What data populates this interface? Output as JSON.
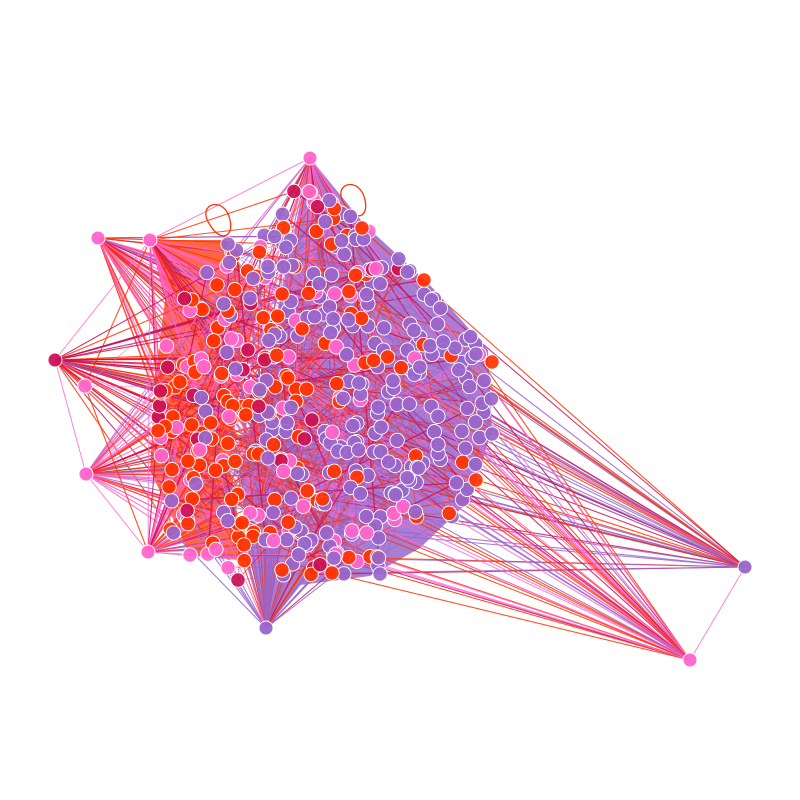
{
  "palette": {
    "background": "#ffffff",
    "purple": "#9966cc",
    "red": "#ff3300",
    "pink": "#ff66cc",
    "crimson": "#cc1155",
    "node_stroke": "#ffffff"
  },
  "graph": {
    "type": "network",
    "layout": "force-directed",
    "node_count_estimate": 420,
    "communities": [
      {
        "color": "#9966cc",
        "share": 0.45
      },
      {
        "color": "#ff3300",
        "share": 0.25
      },
      {
        "color": "#ff66cc",
        "share": 0.22
      },
      {
        "color": "#cc1155",
        "share": 0.08
      }
    ],
    "peripheral_hubs": [
      {
        "color": "#ff66cc"
      },
      {
        "color": "#ff66cc"
      },
      {
        "color": "#ff66cc"
      },
      {
        "color": "#cc1155"
      },
      {
        "color": "#ff66cc"
      },
      {
        "color": "#ff66cc"
      },
      {
        "color": "#9966cc"
      },
      {
        "color": "#9966cc"
      },
      {
        "color": "#ff66cc"
      }
    ]
  }
}
